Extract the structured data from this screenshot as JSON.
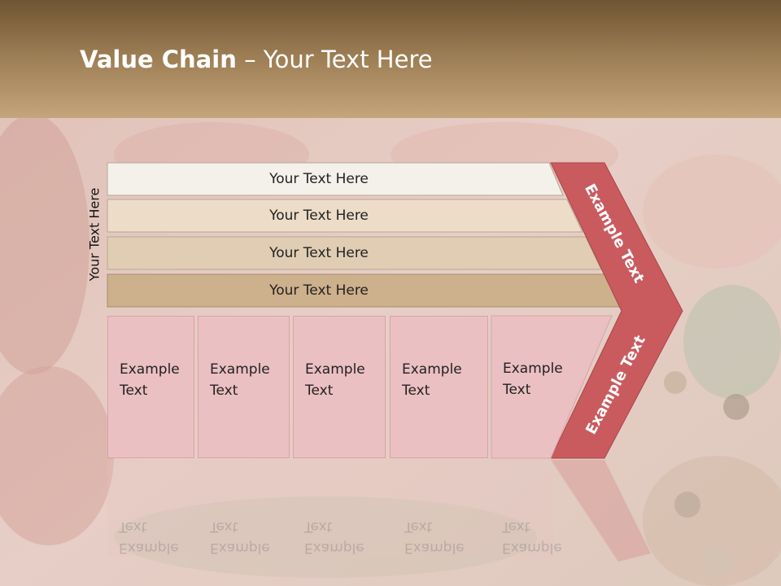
{
  "title": {
    "bold": "Value Chain",
    "rest": " – Your Text Here"
  },
  "side_label": "Your Text Here",
  "strips": [
    "Your Text Here",
    "Your Text Here",
    "Your Text Here",
    "Your Text Here"
  ],
  "cells": [
    {
      "line1": "Example",
      "line2": "Text"
    },
    {
      "line1": "Example",
      "line2": "Text"
    },
    {
      "line1": "Example",
      "line2": "Text"
    },
    {
      "line1": "Example",
      "line2": "Text"
    },
    {
      "line1": "Example",
      "line2": "Text"
    }
  ],
  "chevron": {
    "upper": "Example Text",
    "lower": "Example Text"
  },
  "colors": {
    "header": "#8a6a42",
    "chevron": "#c95b5f",
    "cell": "#ebc0c2"
  }
}
